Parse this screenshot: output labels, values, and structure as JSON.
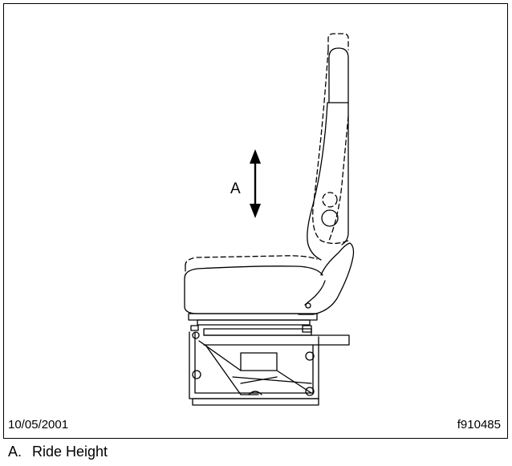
{
  "figure": {
    "callout_letter": "A",
    "date": "10/05/2001",
    "figure_id": "f910485",
    "caption_key": "A.",
    "caption_text": "Ride Height"
  }
}
